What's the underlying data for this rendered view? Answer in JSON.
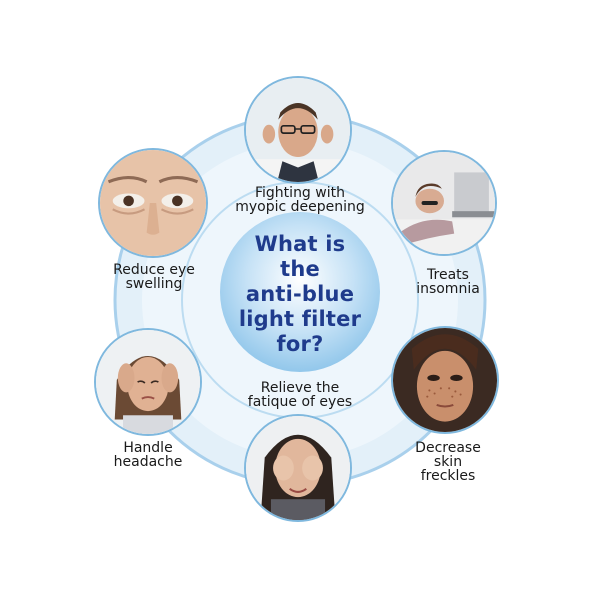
{
  "center": {
    "lines": [
      "What is",
      "the",
      "anti-blue",
      "light filter",
      "for?"
    ]
  },
  "items": [
    {
      "id": "myopia",
      "lines": [
        "Fighting with",
        "myopic deepening"
      ],
      "icon": "man-with-glasses-photo"
    },
    {
      "id": "insomnia",
      "lines": [
        "Treats",
        "insomnia"
      ],
      "icon": "woman-asleep-at-desk-photo"
    },
    {
      "id": "freckles",
      "lines": [
        "Decrease",
        "skin",
        "freckles"
      ],
      "icon": "freckled-face-photo"
    },
    {
      "id": "fatigue",
      "lines": [
        "Relieve the",
        "fatique of eyes"
      ],
      "icon": "woman-rubbing-eyes-photo"
    },
    {
      "id": "headache",
      "lines": [
        "Handle",
        "headache"
      ],
      "icon": "woman-holding-head-photo"
    },
    {
      "id": "swelling",
      "lines": [
        "Reduce eye",
        "swelling"
      ],
      "icon": "eyes-closeup-photo"
    }
  ],
  "colors": {
    "outer_disc": "#e3f0f9",
    "ring_stroke": "#a9d0ec",
    "inner_disc": "#d2e7f6",
    "center_gradient_light": "#ffffff",
    "center_gradient_dark": "#8ec5ea",
    "center_text": "#1f3b8c",
    "photo_border": "#7fb8de"
  }
}
